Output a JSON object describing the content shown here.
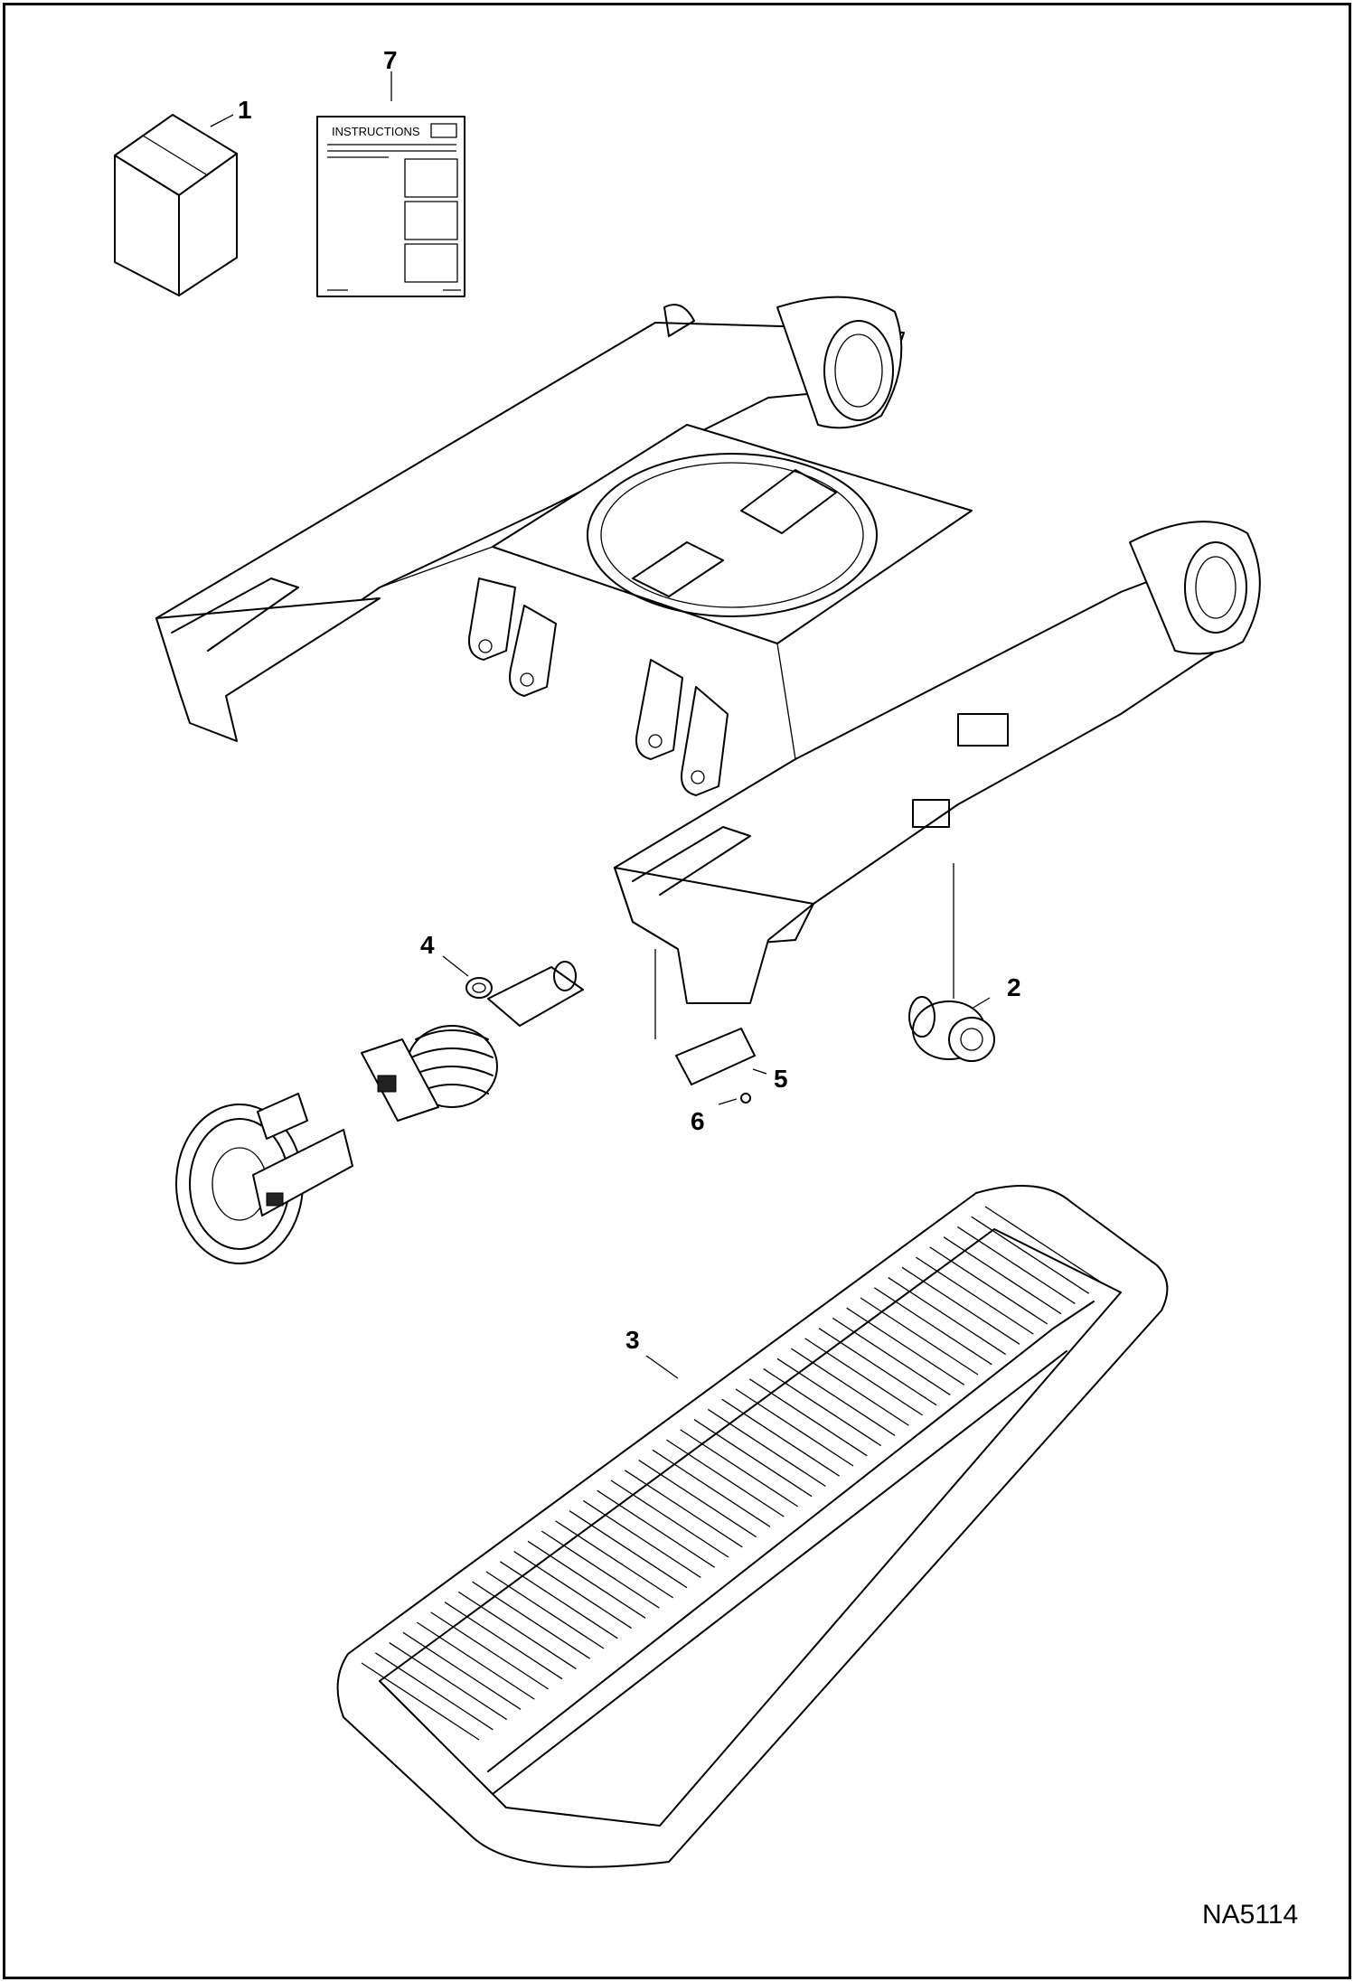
{
  "diagram": {
    "document_code": "NA5114",
    "instructions_label": "INSTRUCTIONS",
    "callouts": [
      {
        "id": "1",
        "label": "1"
      },
      {
        "id": "2",
        "label": "2"
      },
      {
        "id": "3",
        "label": "3"
      },
      {
        "id": "4",
        "label": "4"
      },
      {
        "id": "5",
        "label": "5"
      },
      {
        "id": "6",
        "label": "6"
      },
      {
        "id": "7",
        "label": "7"
      }
    ]
  }
}
